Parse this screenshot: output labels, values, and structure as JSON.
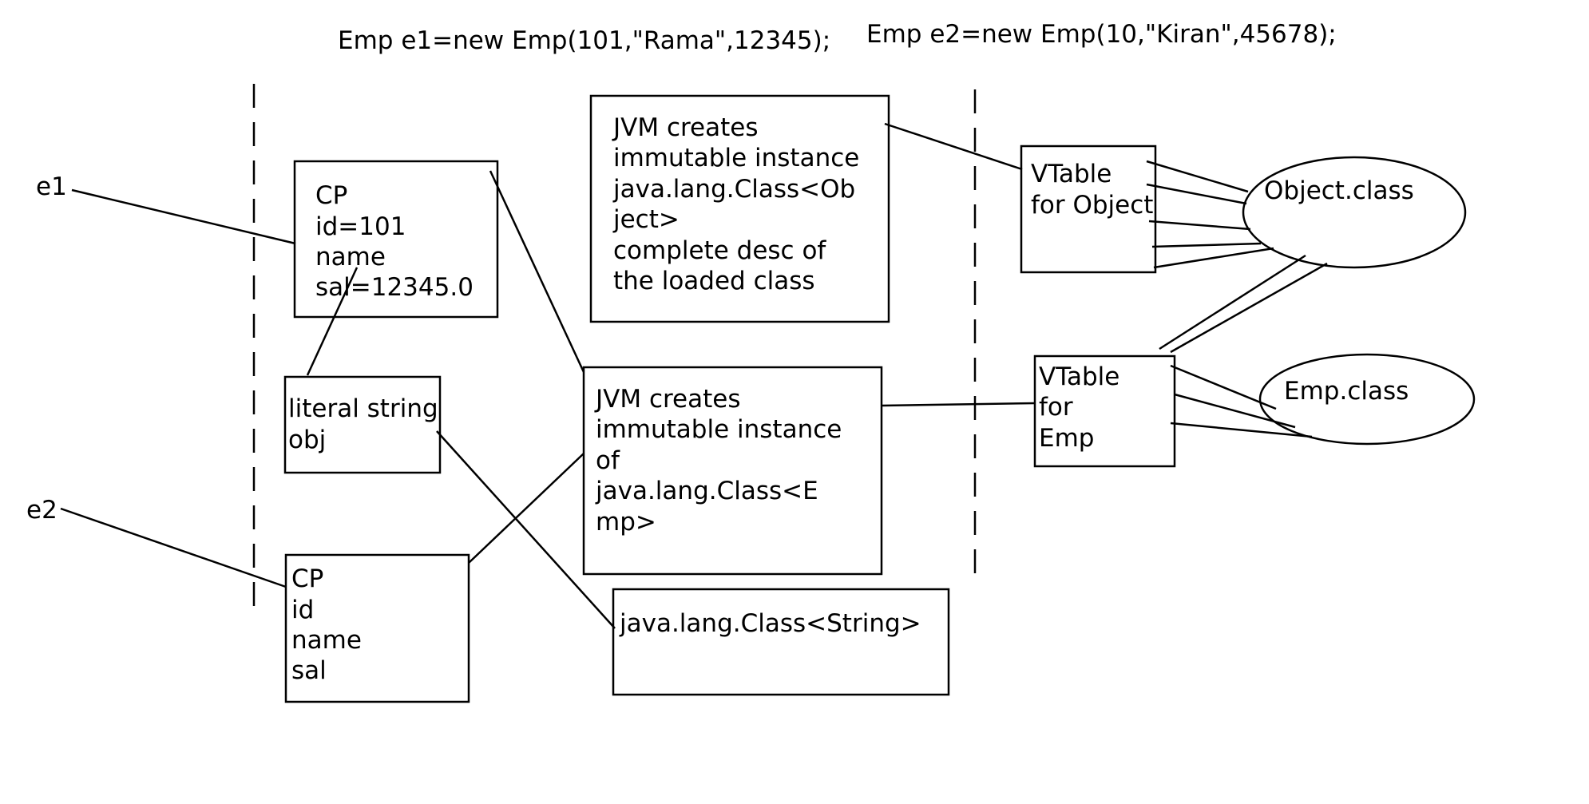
{
  "code": {
    "e1_stmt": "Emp e1=new Emp(101,\"Rama\",12345);",
    "e2_stmt": "Emp e2=new Emp(10,\"Kiran\",45678);"
  },
  "refs": {
    "e1": "e1",
    "e2": "e2"
  },
  "cp_e1": {
    "lines": [
      "CP",
      "id=101",
      "name",
      "sal=12345.0"
    ]
  },
  "literal_string": {
    "lines": [
      "literal string",
      "obj"
    ]
  },
  "cp_e2": {
    "lines": [
      "CP",
      "id",
      "name",
      "sal"
    ]
  },
  "jvm_object": {
    "lines": [
      "JVM creates",
      "immutable instance",
      "java.lang.Class<Ob",
      "ject>",
      "complete desc of",
      "the loaded class"
    ]
  },
  "jvm_emp": {
    "lines": [
      "JVM creates",
      "immutable instance",
      "of",
      "java.lang.Class<E",
      "mp>"
    ]
  },
  "class_string": {
    "label": "java.lang.Class<String>"
  },
  "vtable_object": {
    "lines": [
      "VTable",
      "for Object"
    ]
  },
  "vtable_emp": {
    "lines": [
      "VTable",
      "for",
      "Emp"
    ]
  },
  "object_class": {
    "label": "Object.class"
  },
  "emp_class": {
    "label": "Emp.class"
  },
  "colors": {
    "ink": "#000000",
    "background": "#ffffff"
  }
}
